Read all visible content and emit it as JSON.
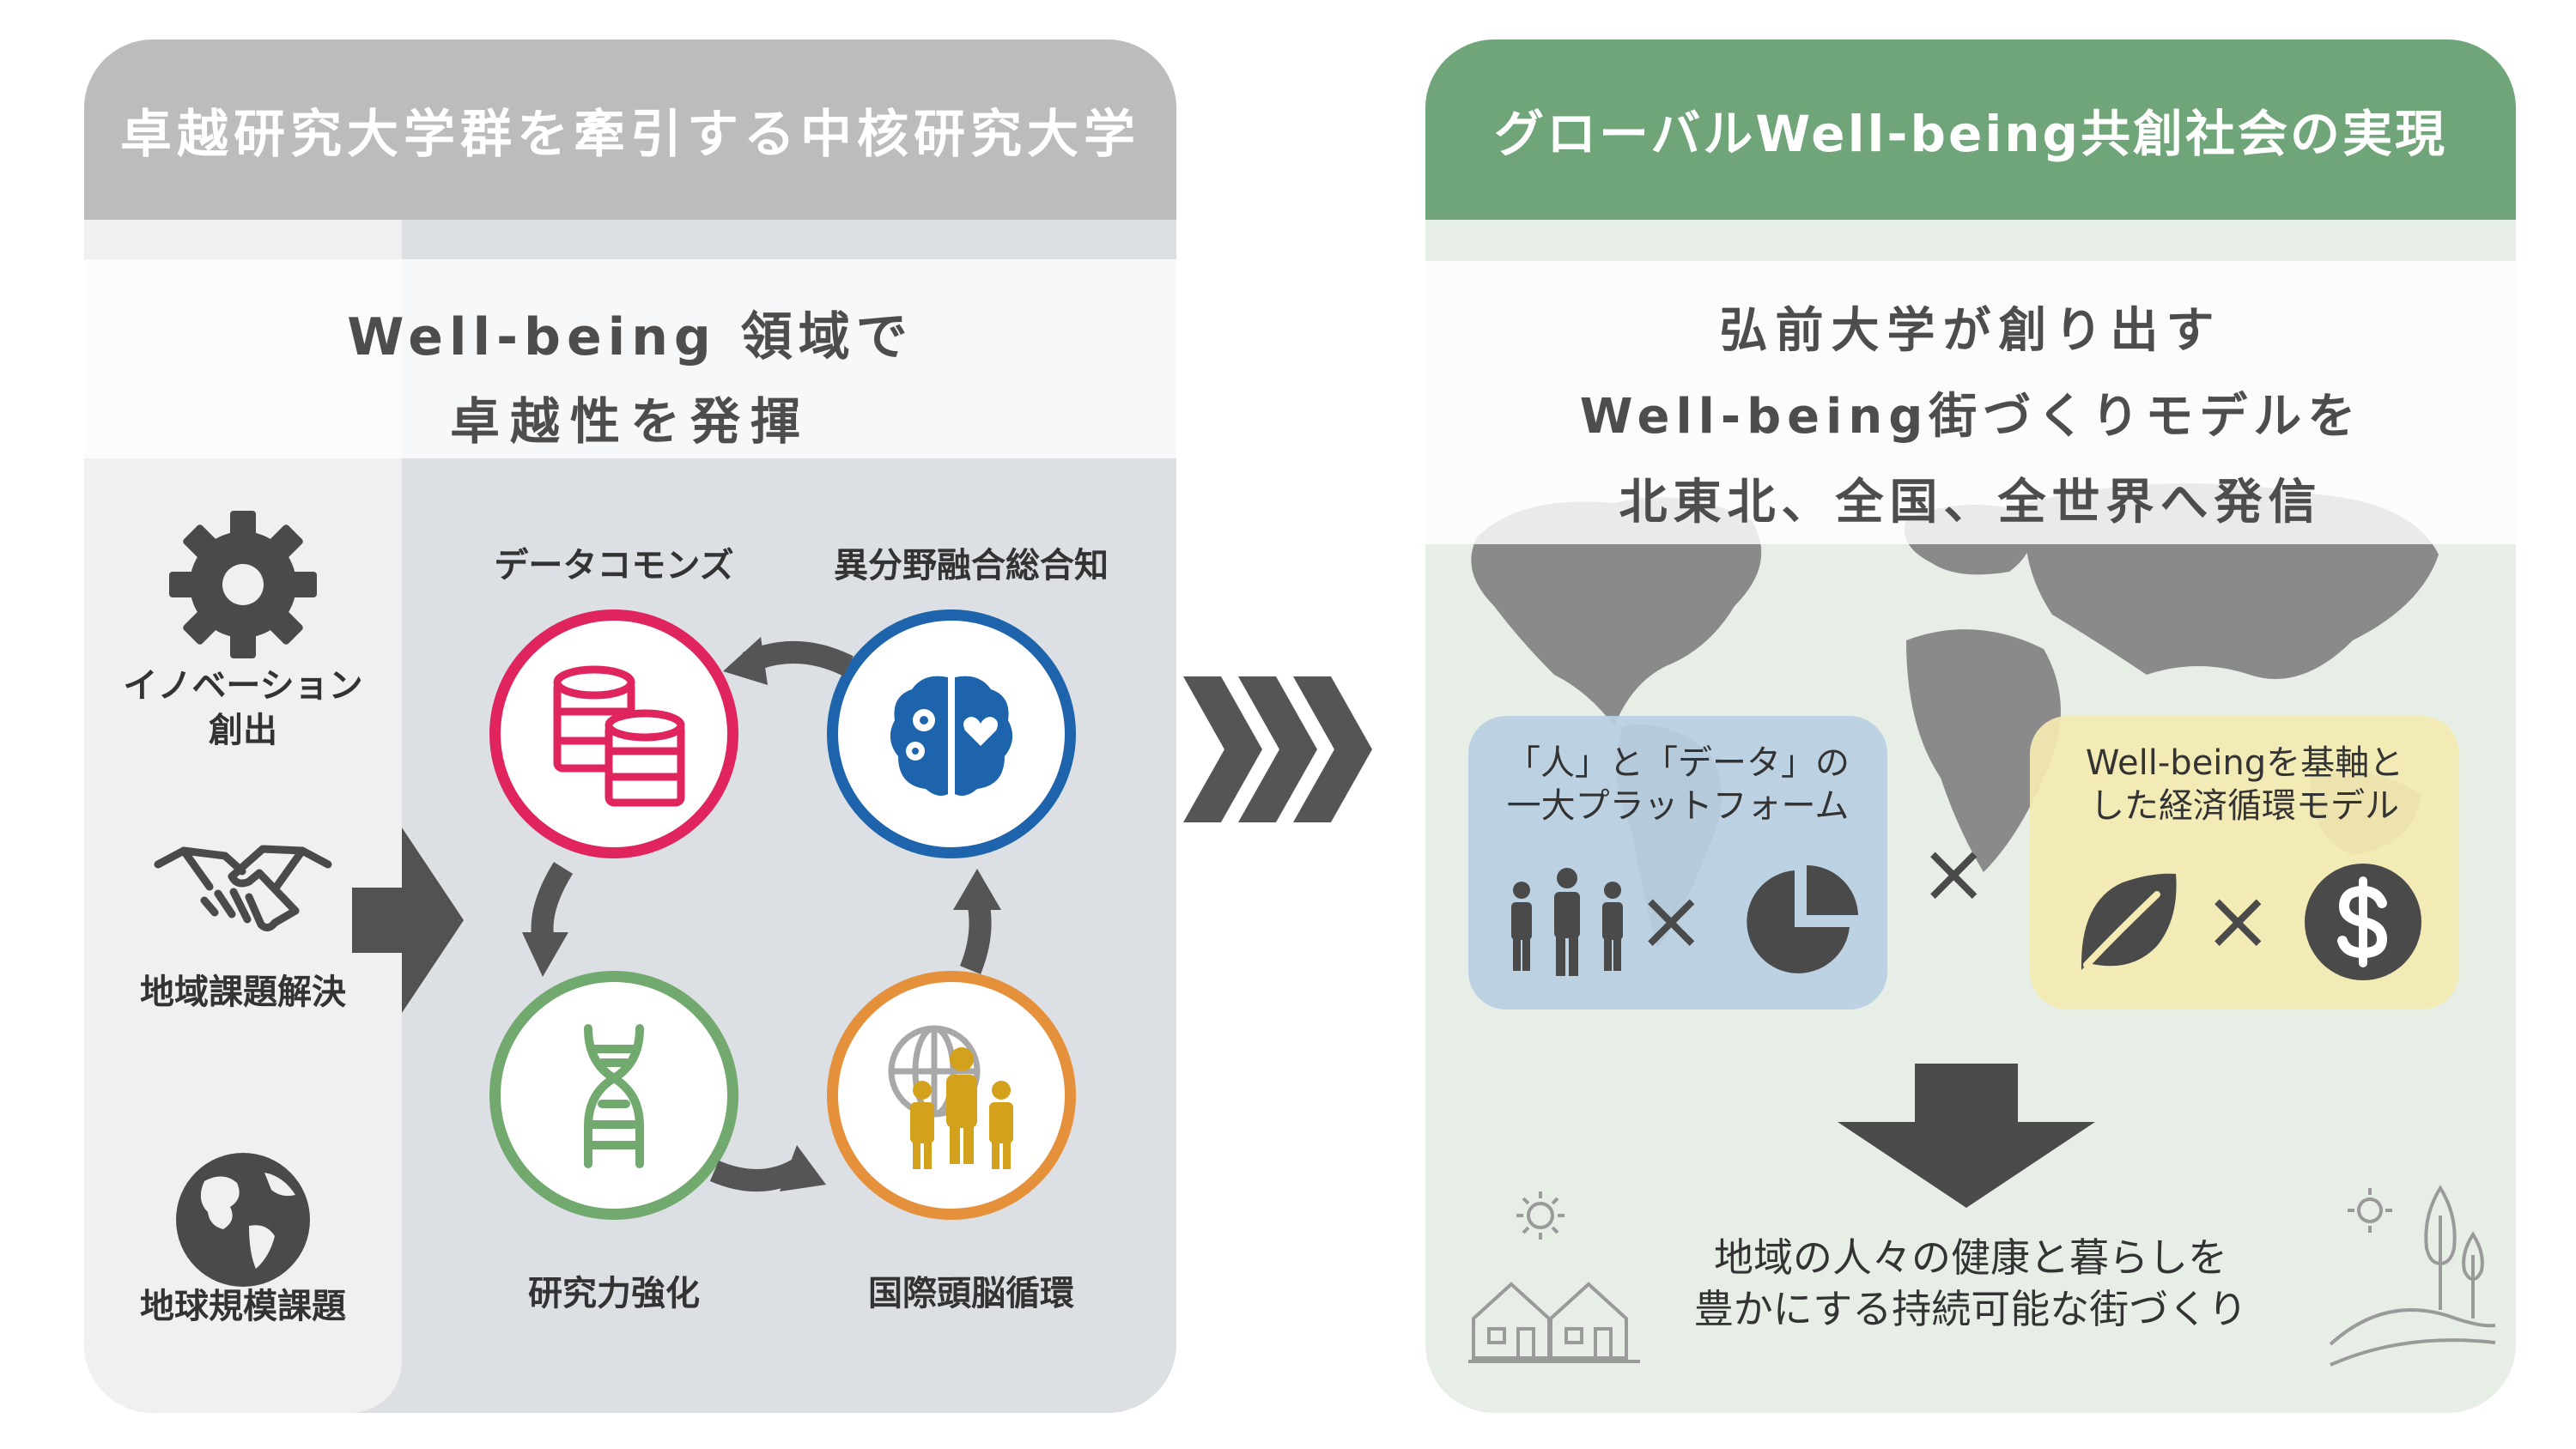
{
  "left": {
    "header": "卓越研究大学群を牽引する中核研究大学",
    "band_line1": "Well-being 領域で",
    "band_line2": "卓越性を発揮",
    "side_items": [
      {
        "label1": "イノベーション",
        "label2": "創出",
        "icon": "gear-icon"
      },
      {
        "label1": "地域課題解決",
        "icon": "handshake-icon"
      },
      {
        "label1": "地球規模課題",
        "icon": "globe-icon"
      }
    ],
    "nodes": {
      "data_commons": "データコモンズ",
      "interdisciplinary": "異分野融合総合知",
      "research": "研究力強化",
      "brain_circulation": "国際頭脳循環"
    }
  },
  "right": {
    "header": "グローバルWell-being共創社会の実現",
    "band_line1": "弘前大学が創り出す",
    "band_line2": "Well-being街づくりモデルを",
    "band_line3": "北東北、全国、全世界へ発信",
    "box1_line1": "「人」と「データ」の",
    "box1_line2": "一大プラットフォーム",
    "box2_line1": "Well-beingを基軸と",
    "box2_line2": "した経済循環モデル",
    "times": "×",
    "result_line1": "地域の人々の健康と暮らしを",
    "result_line2": "豊かにする持続可能な街づくり"
  },
  "colors": {
    "left_header": "#bdbcbc",
    "right_header": "#6fa578",
    "data_commons": "#e0245e",
    "interdisciplinary": "#1e64ad",
    "research": "#72a96e",
    "brain_circulation": "#e5903a",
    "box_blue": "#b8cfe2",
    "box_yellow": "#f4eab2"
  }
}
